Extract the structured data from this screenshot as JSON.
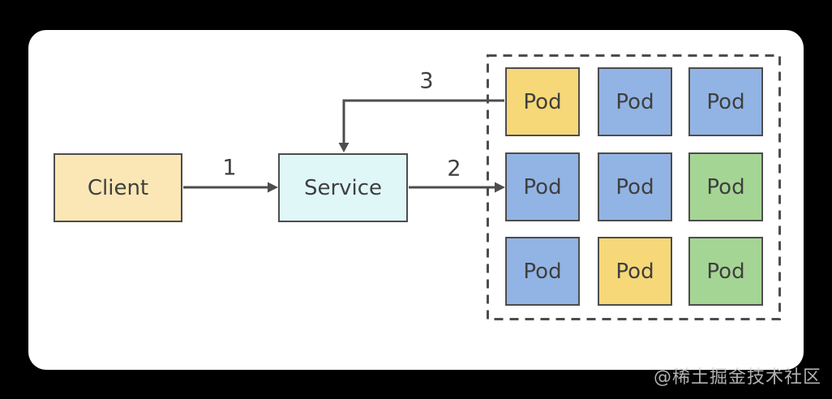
{
  "page": {
    "background": "#000000",
    "canvas_background": "#ffffff"
  },
  "diagram": {
    "colors": {
      "line": "#4d4d4d",
      "text": "#3f3f3f",
      "client_fill": "#fbe7b5",
      "service_fill": "#e0f7f8",
      "pod_yellow": "#f6d878",
      "pod_blue": "#92b4e4",
      "pod_green": "#a5d594"
    },
    "nodes": {
      "client": {
        "label": "Client"
      },
      "service": {
        "label": "Service"
      }
    },
    "arrows": {
      "client_to_service": {
        "label": "1"
      },
      "service_to_pod": {
        "label": "2"
      },
      "pod_to_service": {
        "label": "3"
      }
    },
    "pod_grid": {
      "pods": [
        {
          "label": "Pod",
          "fill": "#f6d878"
        },
        {
          "label": "Pod",
          "fill": "#92b4e4"
        },
        {
          "label": "Pod",
          "fill": "#92b4e4"
        },
        {
          "label": "Pod",
          "fill": "#92b4e4"
        },
        {
          "label": "Pod",
          "fill": "#92b4e4"
        },
        {
          "label": "Pod",
          "fill": "#a5d594"
        },
        {
          "label": "Pod",
          "fill": "#92b4e4"
        },
        {
          "label": "Pod",
          "fill": "#f6d878"
        },
        {
          "label": "Pod",
          "fill": "#a5d594"
        }
      ]
    }
  },
  "watermark": {
    "text": "@稀土掘金技术社区",
    "color": "#cfcfcf"
  }
}
